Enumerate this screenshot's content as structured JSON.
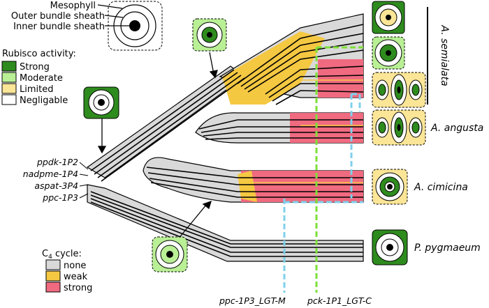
{
  "tissue_legend": {
    "items": [
      "Mesophyll",
      "Outer bundle sheath",
      "Inner bundle sheath"
    ]
  },
  "rubisco_legend": {
    "title": "Rubisco activity:",
    "items": [
      {
        "label": "Strong",
        "color": "#2e8b1e"
      },
      {
        "label": "Moderate",
        "color": "#b9ef95"
      },
      {
        "label": "Limited",
        "color": "#fbe596"
      },
      {
        "label": "Negligable",
        "color": "#ffffff"
      }
    ]
  },
  "c4_legend": {
    "title_main": "C",
    "title_sub": "4",
    "title_rest": " cycle:",
    "items": [
      {
        "label": "none",
        "color": "#d9d9d9"
      },
      {
        "label": "weak",
        "color": "#f5c842"
      },
      {
        "label": "strong",
        "color": "#f06a80"
      }
    ]
  },
  "genes": [
    "ppdk-1P2",
    "nadpme-1P4",
    "aspat-3P4",
    "ppc-1P3"
  ],
  "species": {
    "semialata": "A. semialata",
    "angusta": "A. angusta",
    "cimicina": "A. cimicina",
    "pygmaeum": "P. pygmaeum"
  },
  "lgt": {
    "ppc": {
      "label": "ppc-1P3_LGT-M",
      "color": "#7fd0ec"
    },
    "pck": {
      "label": "pck-1P1_LGT-C",
      "color": "#7de03a"
    }
  }
}
